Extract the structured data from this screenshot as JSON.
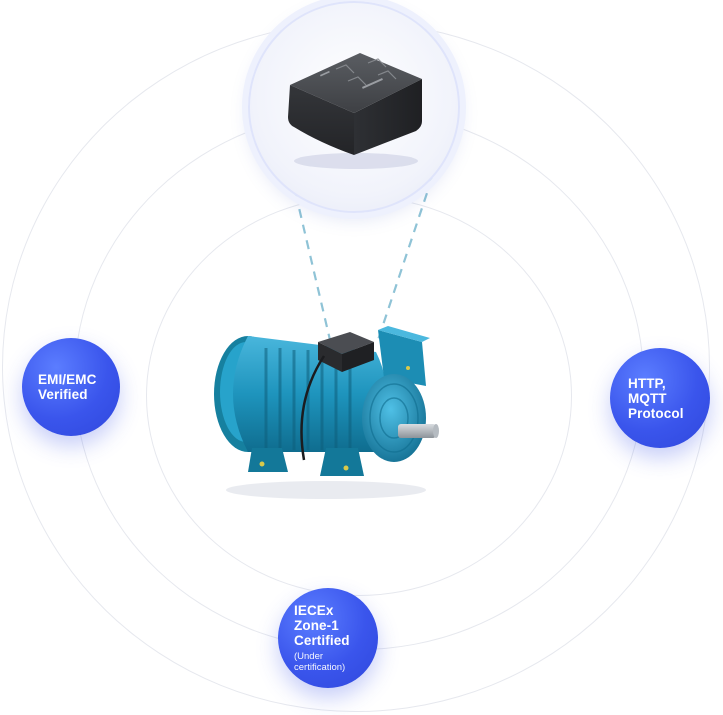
{
  "badges": {
    "emi": {
      "title": "EMI/EMC\nVerified"
    },
    "http": {
      "title": "HTTP,\nMQTT\nProtocol"
    },
    "iecex": {
      "title": "IECEx\nZone-1\nCertified",
      "note": "(Under\ncertification)"
    }
  },
  "colors": {
    "badge_blue": "#3a55ec",
    "motor_teal": "#1e94bd",
    "sensor_dark": "#3a3c40",
    "ring_gray": "#e6e8ee",
    "dash_teal": "#8fc3d6"
  },
  "icons": {
    "sensor": "sensor-device-icon",
    "motor": "electric-motor-icon"
  }
}
